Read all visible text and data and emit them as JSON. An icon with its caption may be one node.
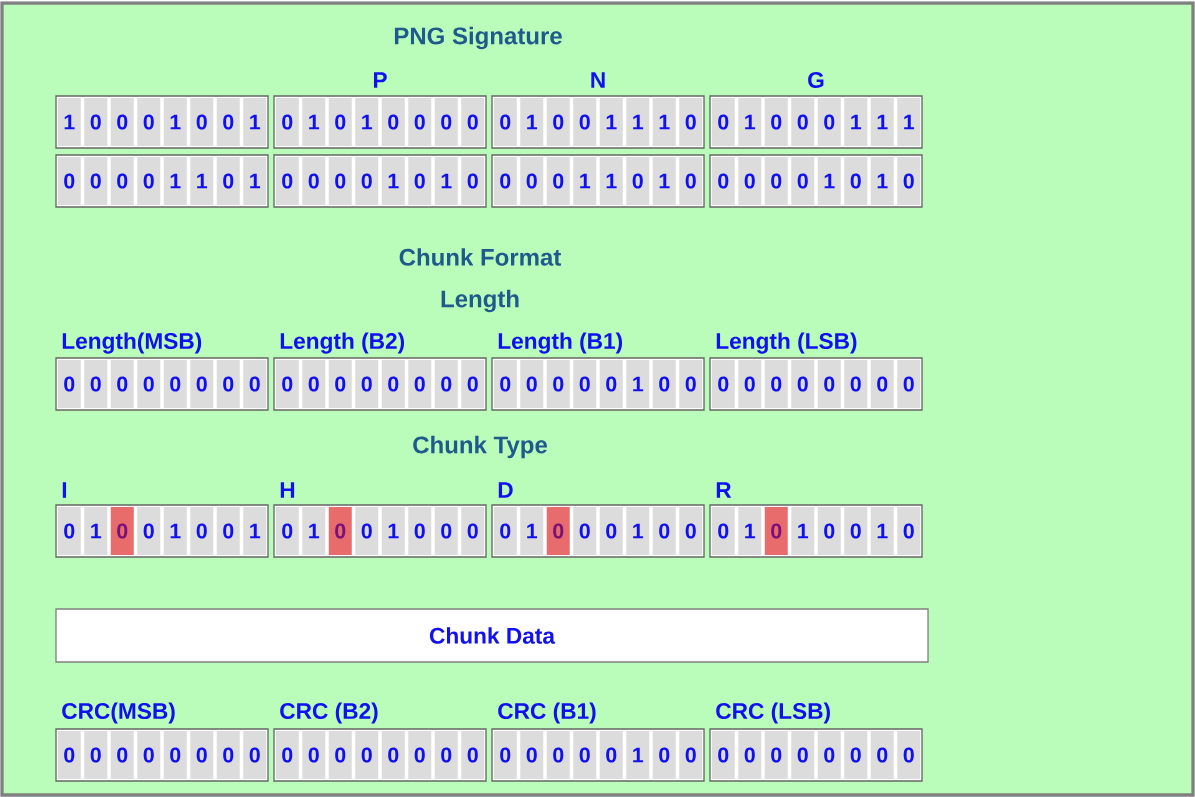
{
  "diagram": {
    "nodes": [
      {
        "text": [
          "1",
          "0",
          "0",
          "0",
          "1",
          "0",
          "0",
          "1"
        ]
      },
      {
        "text": [
          "0",
          "1",
          "0",
          "1",
          "0",
          "0",
          "0",
          "0"
        ],
        "beside": [
          "P"
        ]
      },
      {
        "text": [
          "0",
          "1",
          "0",
          "0",
          "1",
          "1",
          "1",
          "0"
        ],
        "beside": [
          "N"
        ]
      },
      {
        "text": [
          "0",
          "1",
          "0",
          "0",
          "0",
          "1",
          "1",
          "1"
        ],
        "beside": [
          "G"
        ]
      },
      {
        "text": [
          "0",
          "0",
          "0",
          "0",
          "1",
          "1",
          "0",
          "1"
        ]
      },
      {
        "text": [
          "0",
          "0",
          "0",
          "0",
          "1",
          "0",
          "1",
          "0"
        ]
      },
      {
        "text": [
          "0",
          "0",
          "0",
          "1",
          "1",
          "0",
          "1",
          "0"
        ]
      },
      {
        "text": [
          "0",
          "0",
          "0",
          "0",
          "1",
          "0",
          "1",
          "0"
        ]
      },
      {
        "text": [
          "0",
          "0",
          "0",
          "0",
          "0",
          "0",
          "0",
          "0"
        ],
        "beside": [
          "Length(MSB)"
        ]
      },
      {
        "text": [
          "0",
          "0",
          "0",
          "0",
          "0",
          "0",
          "0",
          "0"
        ],
        "beside": [
          "Length (B2)"
        ]
      },
      {
        "text": [
          "0",
          "0",
          "0",
          "0",
          "0",
          "1",
          "0",
          "0"
        ],
        "beside": [
          "Length (B1)"
        ]
      },
      {
        "text": [
          "0",
          "0",
          "0",
          "0",
          "0",
          "0",
          "0",
          "0"
        ],
        "beside": [
          "Length (LSB)"
        ]
      },
      {
        "text": [
          "0",
          "1",
          "0",
          "0",
          "1",
          "0",
          "0",
          "1"
        ],
        "beside": [
          "I"
        ]
      },
      {
        "text": [
          "0",
          "1",
          "0",
          "0",
          "1",
          "0",
          "0",
          "0"
        ],
        "beside": [
          "H"
        ]
      },
      {
        "text": [
          "0",
          "1",
          "0",
          "0",
          "0",
          "1",
          "0",
          "0"
        ],
        "beside": [
          "D"
        ]
      },
      {
        "text": [
          "0",
          "1",
          "0",
          "1",
          "0",
          "0",
          "1",
          "0"
        ],
        "beside": [
          "R"
        ]
      },
      {
        "text": [
          "Chunk Data"
        ]
      },
      {
        "text": [
          "0",
          "0",
          "0",
          "0",
          "0",
          "0",
          "0",
          "0"
        ],
        "beside": [
          "CRC(MSB)"
        ]
      },
      {
        "text": [
          "0",
          "0",
          "0",
          "0",
          "0",
          "0",
          "0",
          "0"
        ],
        "beside": [
          "CRC (B2)"
        ]
      },
      {
        "text": [
          "0",
          "0",
          "0",
          "0",
          "0",
          "1",
          "0",
          "0"
        ],
        "beside": [
          "CRC (B1)"
        ]
      },
      {
        "text": [
          "0",
          "0",
          "0",
          "0",
          "0",
          "0",
          "0",
          "0"
        ],
        "beside": [
          "CRC (LSB)"
        ]
      }
    ],
    "labels": [
      "PNG Signature",
      "Chunk Format",
      "Length",
      "Chunk Type"
    ]
  }
}
